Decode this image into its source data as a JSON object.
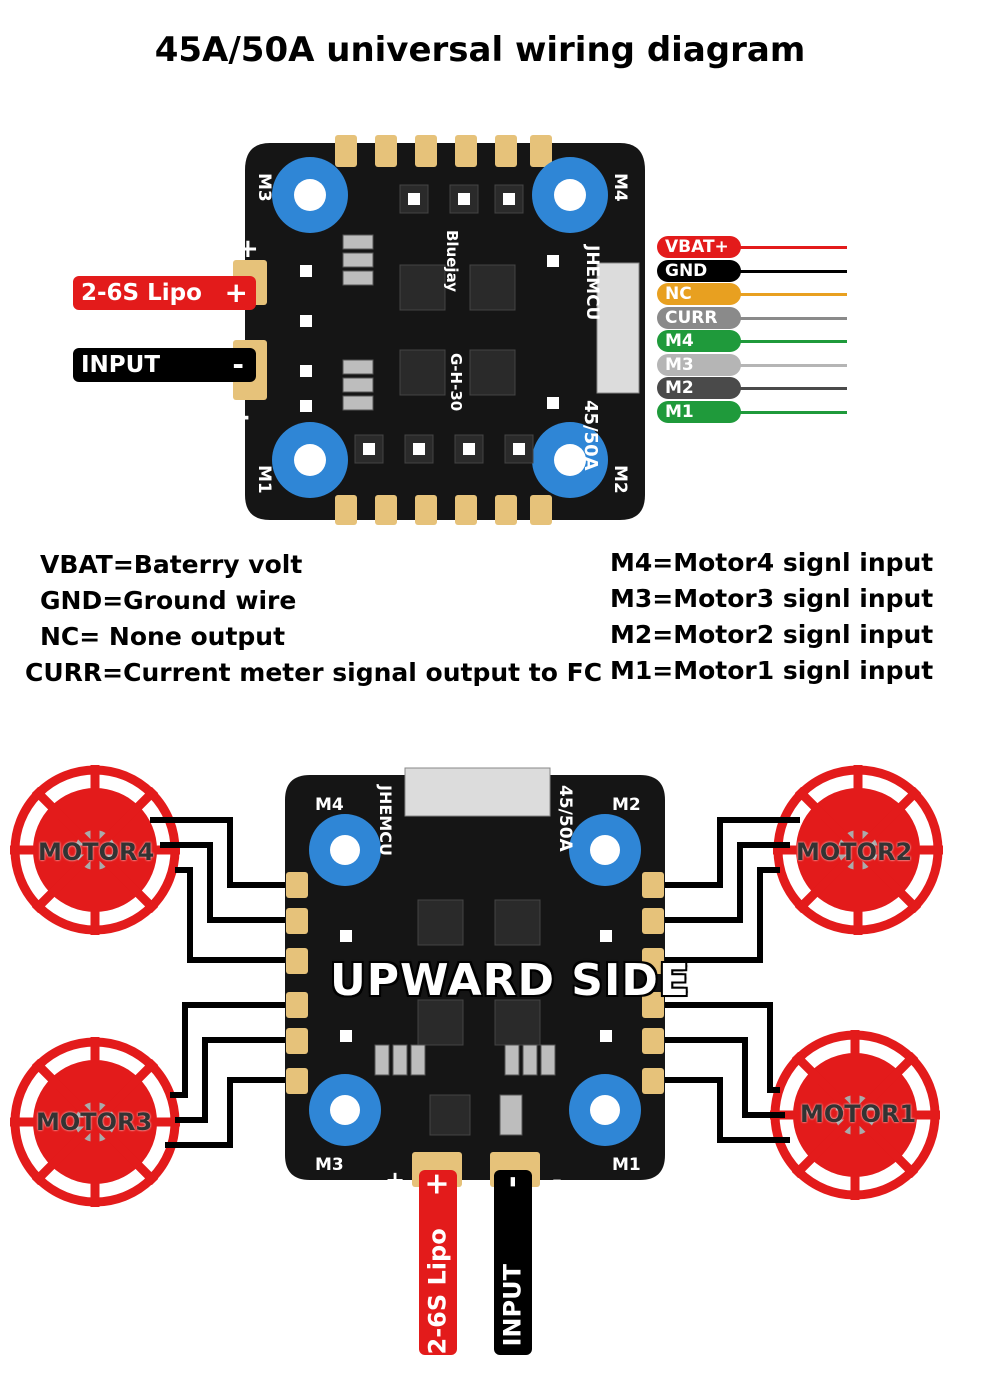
{
  "title": "45A/50A universal wiring diagram",
  "top_board": {
    "brand": "JHEMCU",
    "model": "45/50A",
    "chip": "Bluejay",
    "firmware": "G-H-30",
    "motor_labels": [
      "M3",
      "M4",
      "M1",
      "M2"
    ],
    "plus_sign": "+",
    "minus_sign": "-",
    "left_labels": {
      "lipo": "2-6S Lipo",
      "lipo_sign": "+",
      "input": "INPUT",
      "input_sign": "-"
    },
    "pins": [
      {
        "label": "VBAT+",
        "color": "#e31b1b"
      },
      {
        "label": "GND",
        "color": "#000000"
      },
      {
        "label": "NC",
        "color": "#e8a020"
      },
      {
        "label": "CURR",
        "color": "#8a8a8a"
      },
      {
        "label": "M4",
        "color": "#1f9a3b"
      },
      {
        "label": "M3",
        "color": "#b5b5b5"
      },
      {
        "label": "M2",
        "color": "#4a4a4a"
      },
      {
        "label": "M1",
        "color": "#1f9a3b"
      }
    ]
  },
  "legend_left": [
    "VBAT=Baterry volt",
    "GND=Ground wire",
    "NC= None output",
    "CURR=Current meter signal output to FC"
  ],
  "legend_right": [
    "M4=Motor4 signl input",
    "M3=Motor3 signl input",
    "M2=Motor2 signl input",
    "M1=Motor1 signl input"
  ],
  "bottom_board": {
    "brand": "JHEMCU",
    "model": "45/50A",
    "overlay": "UPWARD SIDE",
    "motor_labels": [
      "M4",
      "M2",
      "M3",
      "M1"
    ],
    "plus_sign": "+",
    "minus_sign": "-",
    "motors": [
      "MOTOR4",
      "MOTOR2",
      "MOTOR3",
      "MOTOR1"
    ],
    "power": {
      "lipo": "2-6S Lipo",
      "lipo_sign": "+",
      "input": "INPUT",
      "input_sign": "-"
    }
  },
  "colors": {
    "board": "#151515",
    "pad": "#e6c27a",
    "mount_ring": "#2f86d6",
    "motor_red": "#e31b1b",
    "label_red": "#e31b1b"
  }
}
